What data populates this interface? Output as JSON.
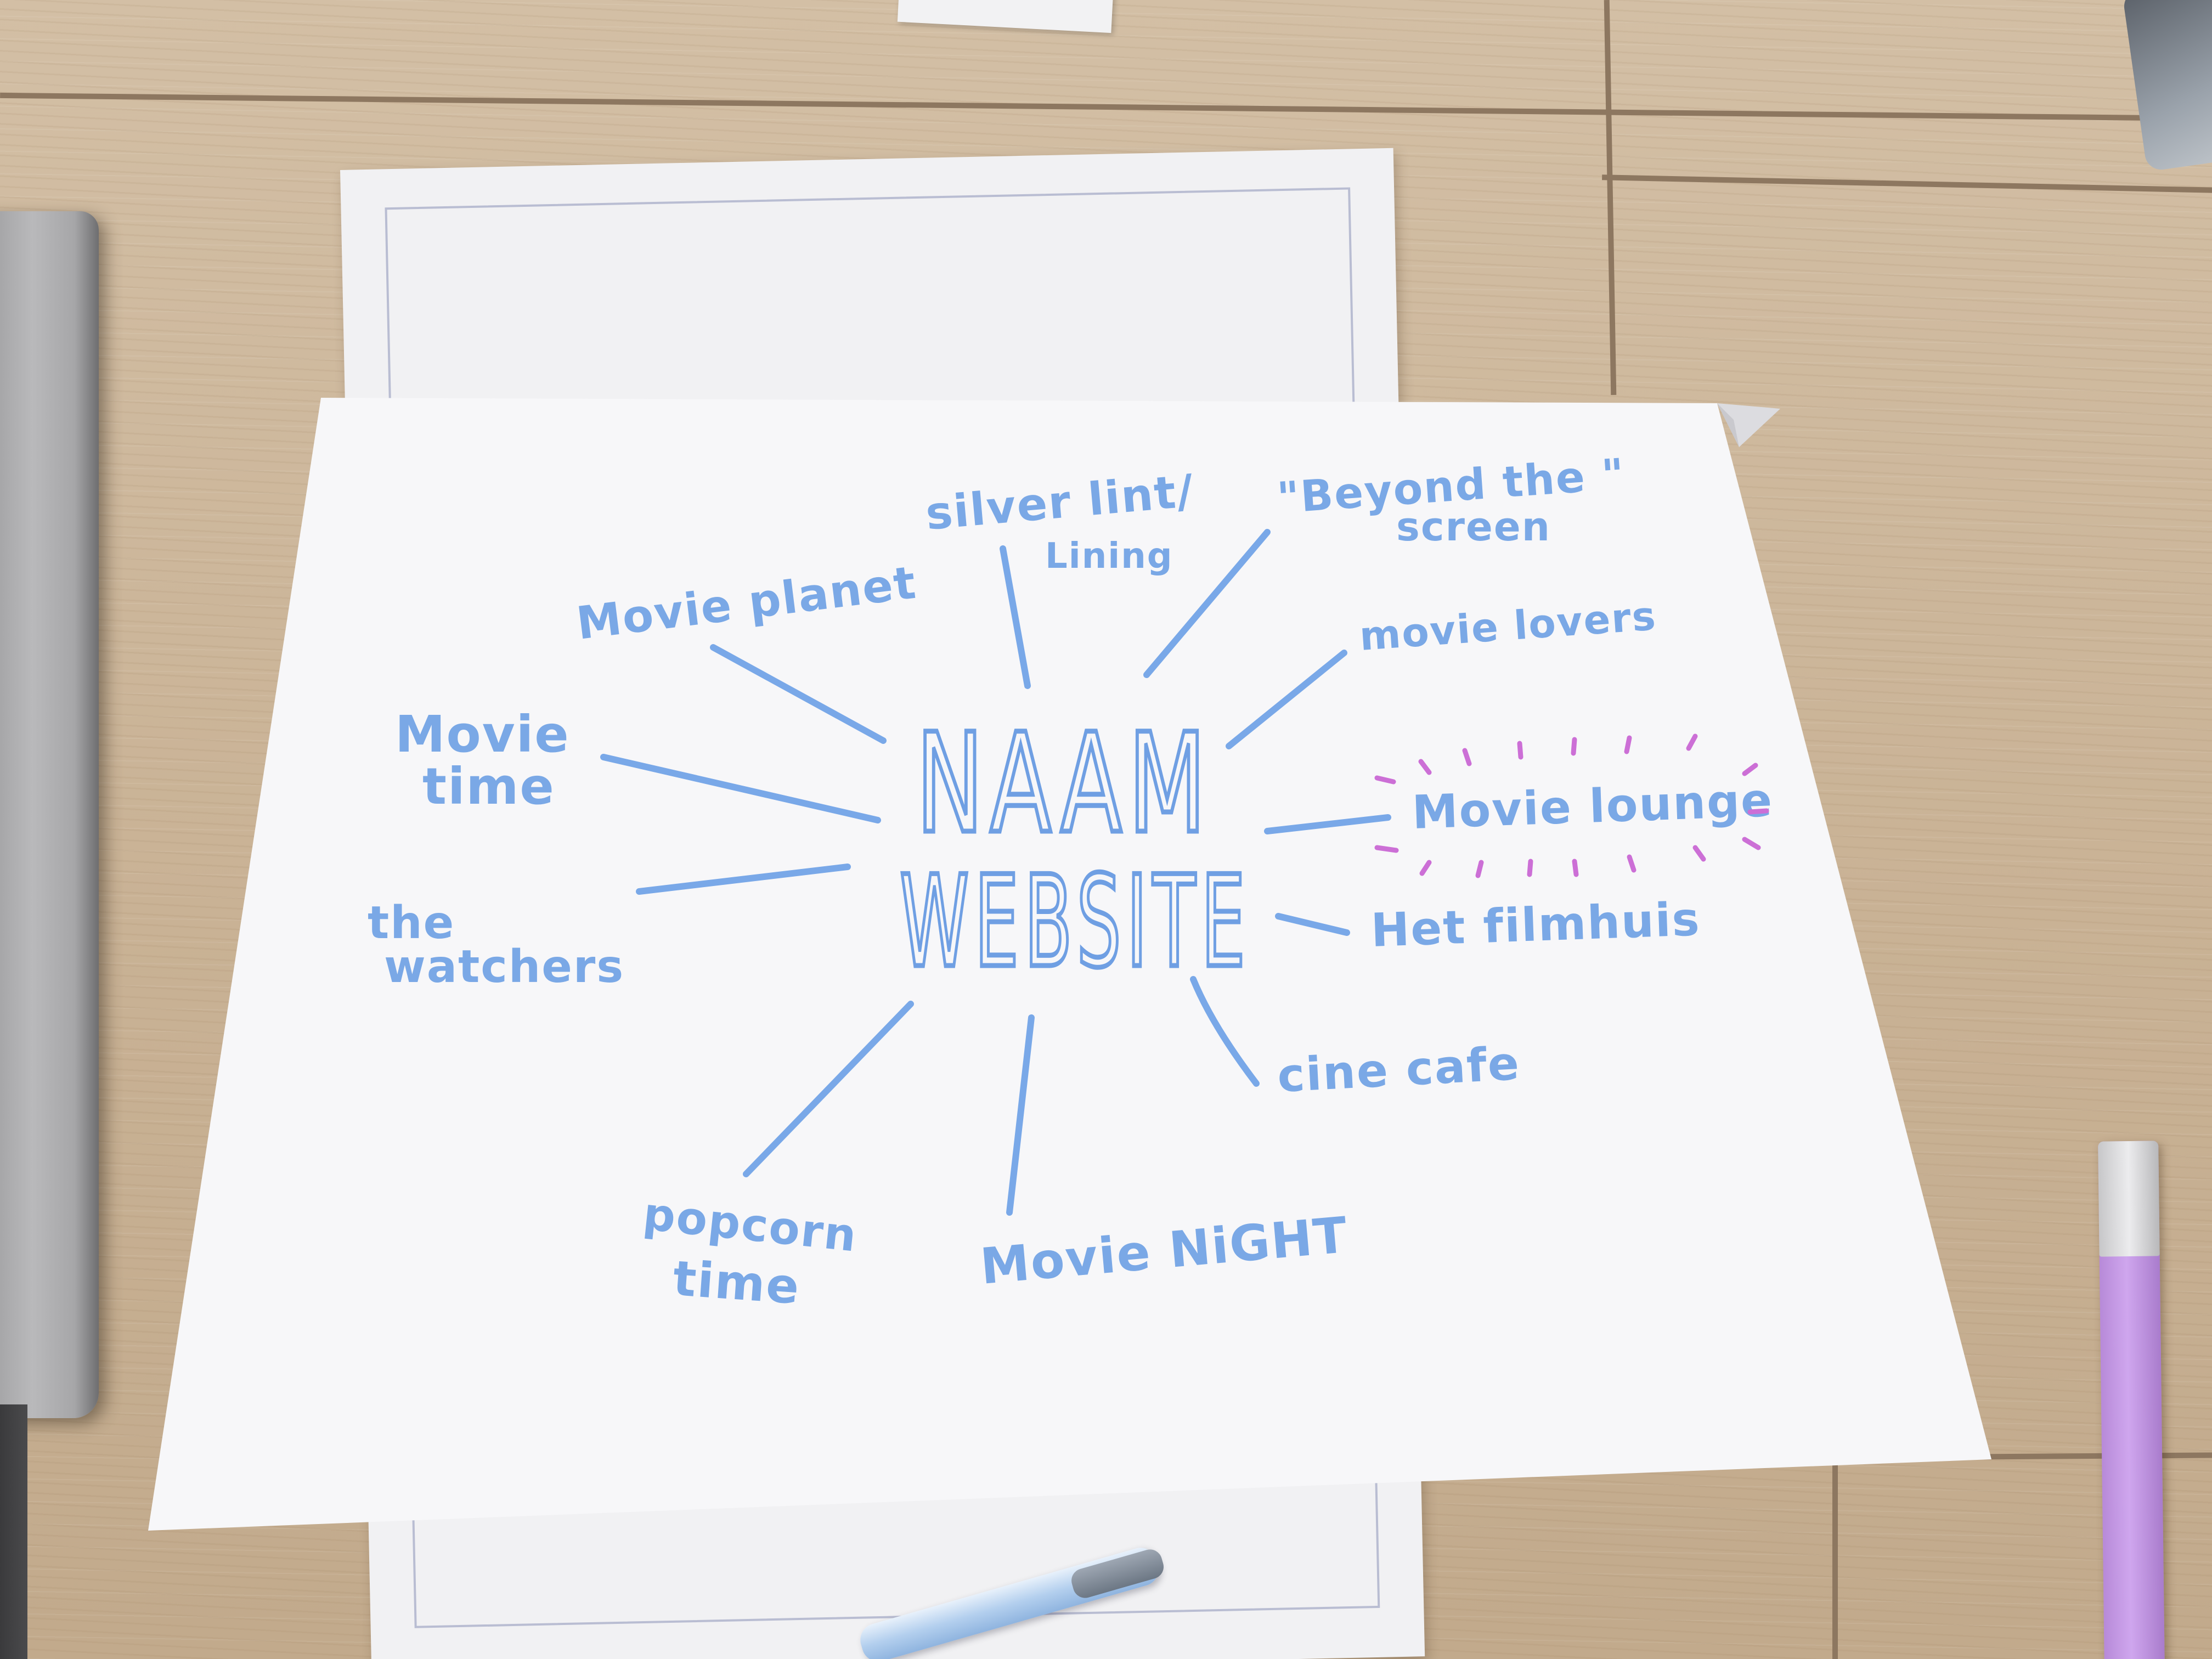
{
  "mindmap": {
    "center_line1": "NAAM",
    "center_line2": "WEBSITE",
    "ideas": {
      "silver_lint": "silver lint/",
      "lining": "Lining",
      "beyond_line1": "\"Beyond the \"",
      "beyond_line2": "screen",
      "movie_planet": "Movie planet",
      "movie_lovers": "movie lovers",
      "movie_time_line1": "Movie",
      "movie_time_line2": "time",
      "movie_lounge": "Movie lounge",
      "watchers_line1": "the",
      "watchers_line2": "watchers",
      "filmhuis": "Het filmhuis",
      "cine_cafe": "cine cafe",
      "popcorn_line1": "popcorn",
      "popcorn_line2": "time",
      "movie_night": "Movie NiGHT"
    }
  },
  "colors": {
    "marker_blue": "#7aa8e6",
    "marker_pink": "#cc6fd6",
    "paper": "#f7f7f9",
    "desk": "#c9b295"
  }
}
